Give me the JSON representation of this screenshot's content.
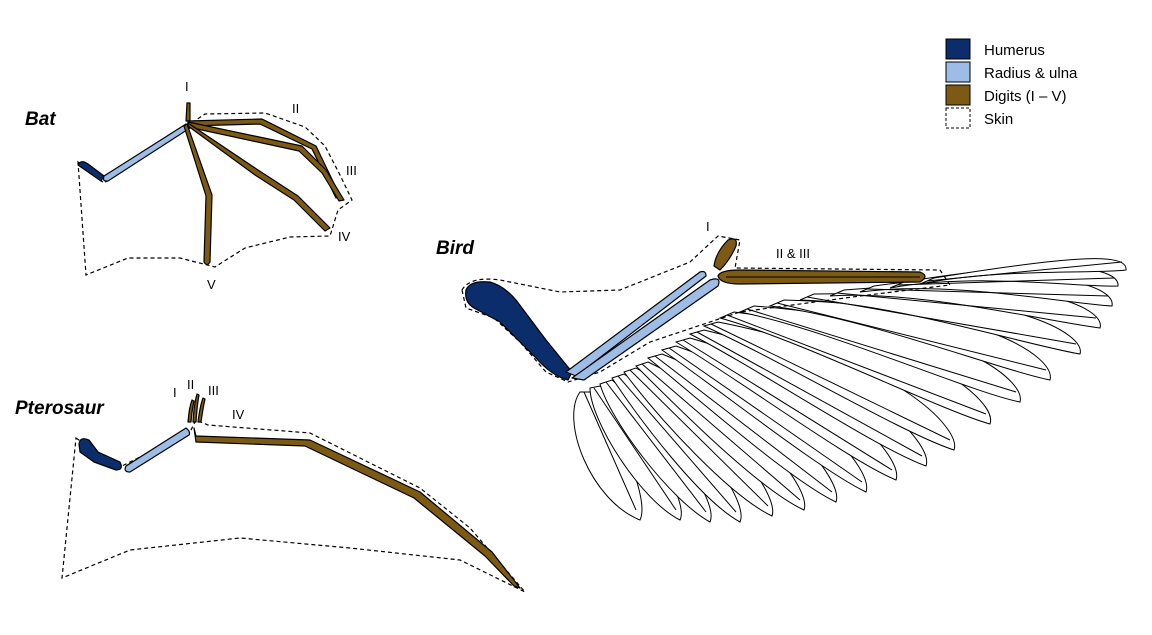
{
  "legend": {
    "items": [
      {
        "label": "Humerus",
        "color": "#0b2d6b"
      },
      {
        "label": "Radius & ulna",
        "color": "#9dbde6"
      },
      {
        "label": "Digits (I – V)",
        "color": "#7d5a13"
      },
      {
        "label": "Skin",
        "color": "#ffffff"
      }
    ]
  },
  "bat": {
    "name": "Bat",
    "digits": {
      "d1": "I",
      "d2": "II",
      "d3": "III",
      "d4": "IV",
      "d5": "V"
    }
  },
  "pterosaur": {
    "name": "Pterosaur",
    "digits": {
      "d1": "I",
      "d2": "II",
      "d3": "III",
      "d4": "IV"
    }
  },
  "bird": {
    "name": "Bird",
    "digits": {
      "d1": "I",
      "d23": "II & III"
    }
  }
}
